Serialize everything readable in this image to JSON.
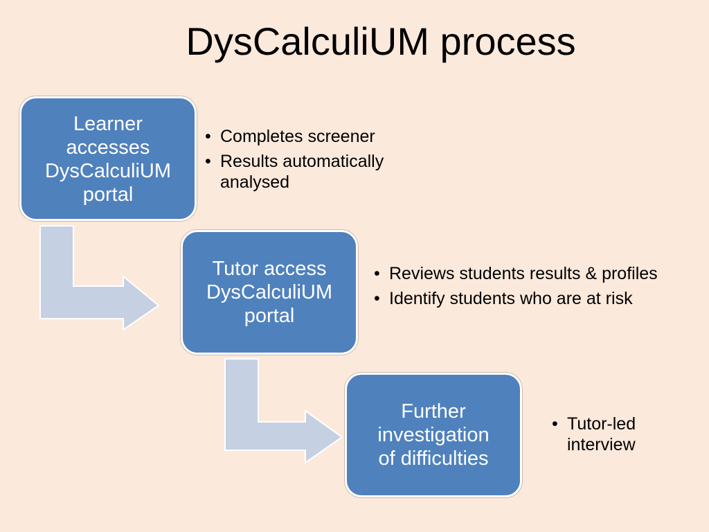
{
  "title": "DysCalculiUM process",
  "steps": [
    {
      "label": "Learner accesses DysCalculiUM portal",
      "label_lines": [
        "Learner",
        "accesses",
        "DysCalculiUM",
        "portal"
      ],
      "bullets": [
        "Completes screener",
        "Results automatically analysed"
      ]
    },
    {
      "label": "Tutor access DysCalculiUM portal",
      "label_lines": [
        "Tutor access",
        "DysCalculiUM",
        "portal"
      ],
      "bullets": [
        "Reviews students results & profiles",
        "Identify students who are at risk"
      ]
    },
    {
      "label": "Further investigation of difficulties",
      "label_lines": [
        "Further",
        "investigation",
        "of difficulties"
      ],
      "bullets": [
        "Tutor-led interview"
      ]
    }
  ],
  "colors": {
    "background": "#fbe9dc",
    "box_fill": "#4f81bd",
    "box_border": "#ffffff",
    "arrow_fill": "#c5d0e2"
  }
}
